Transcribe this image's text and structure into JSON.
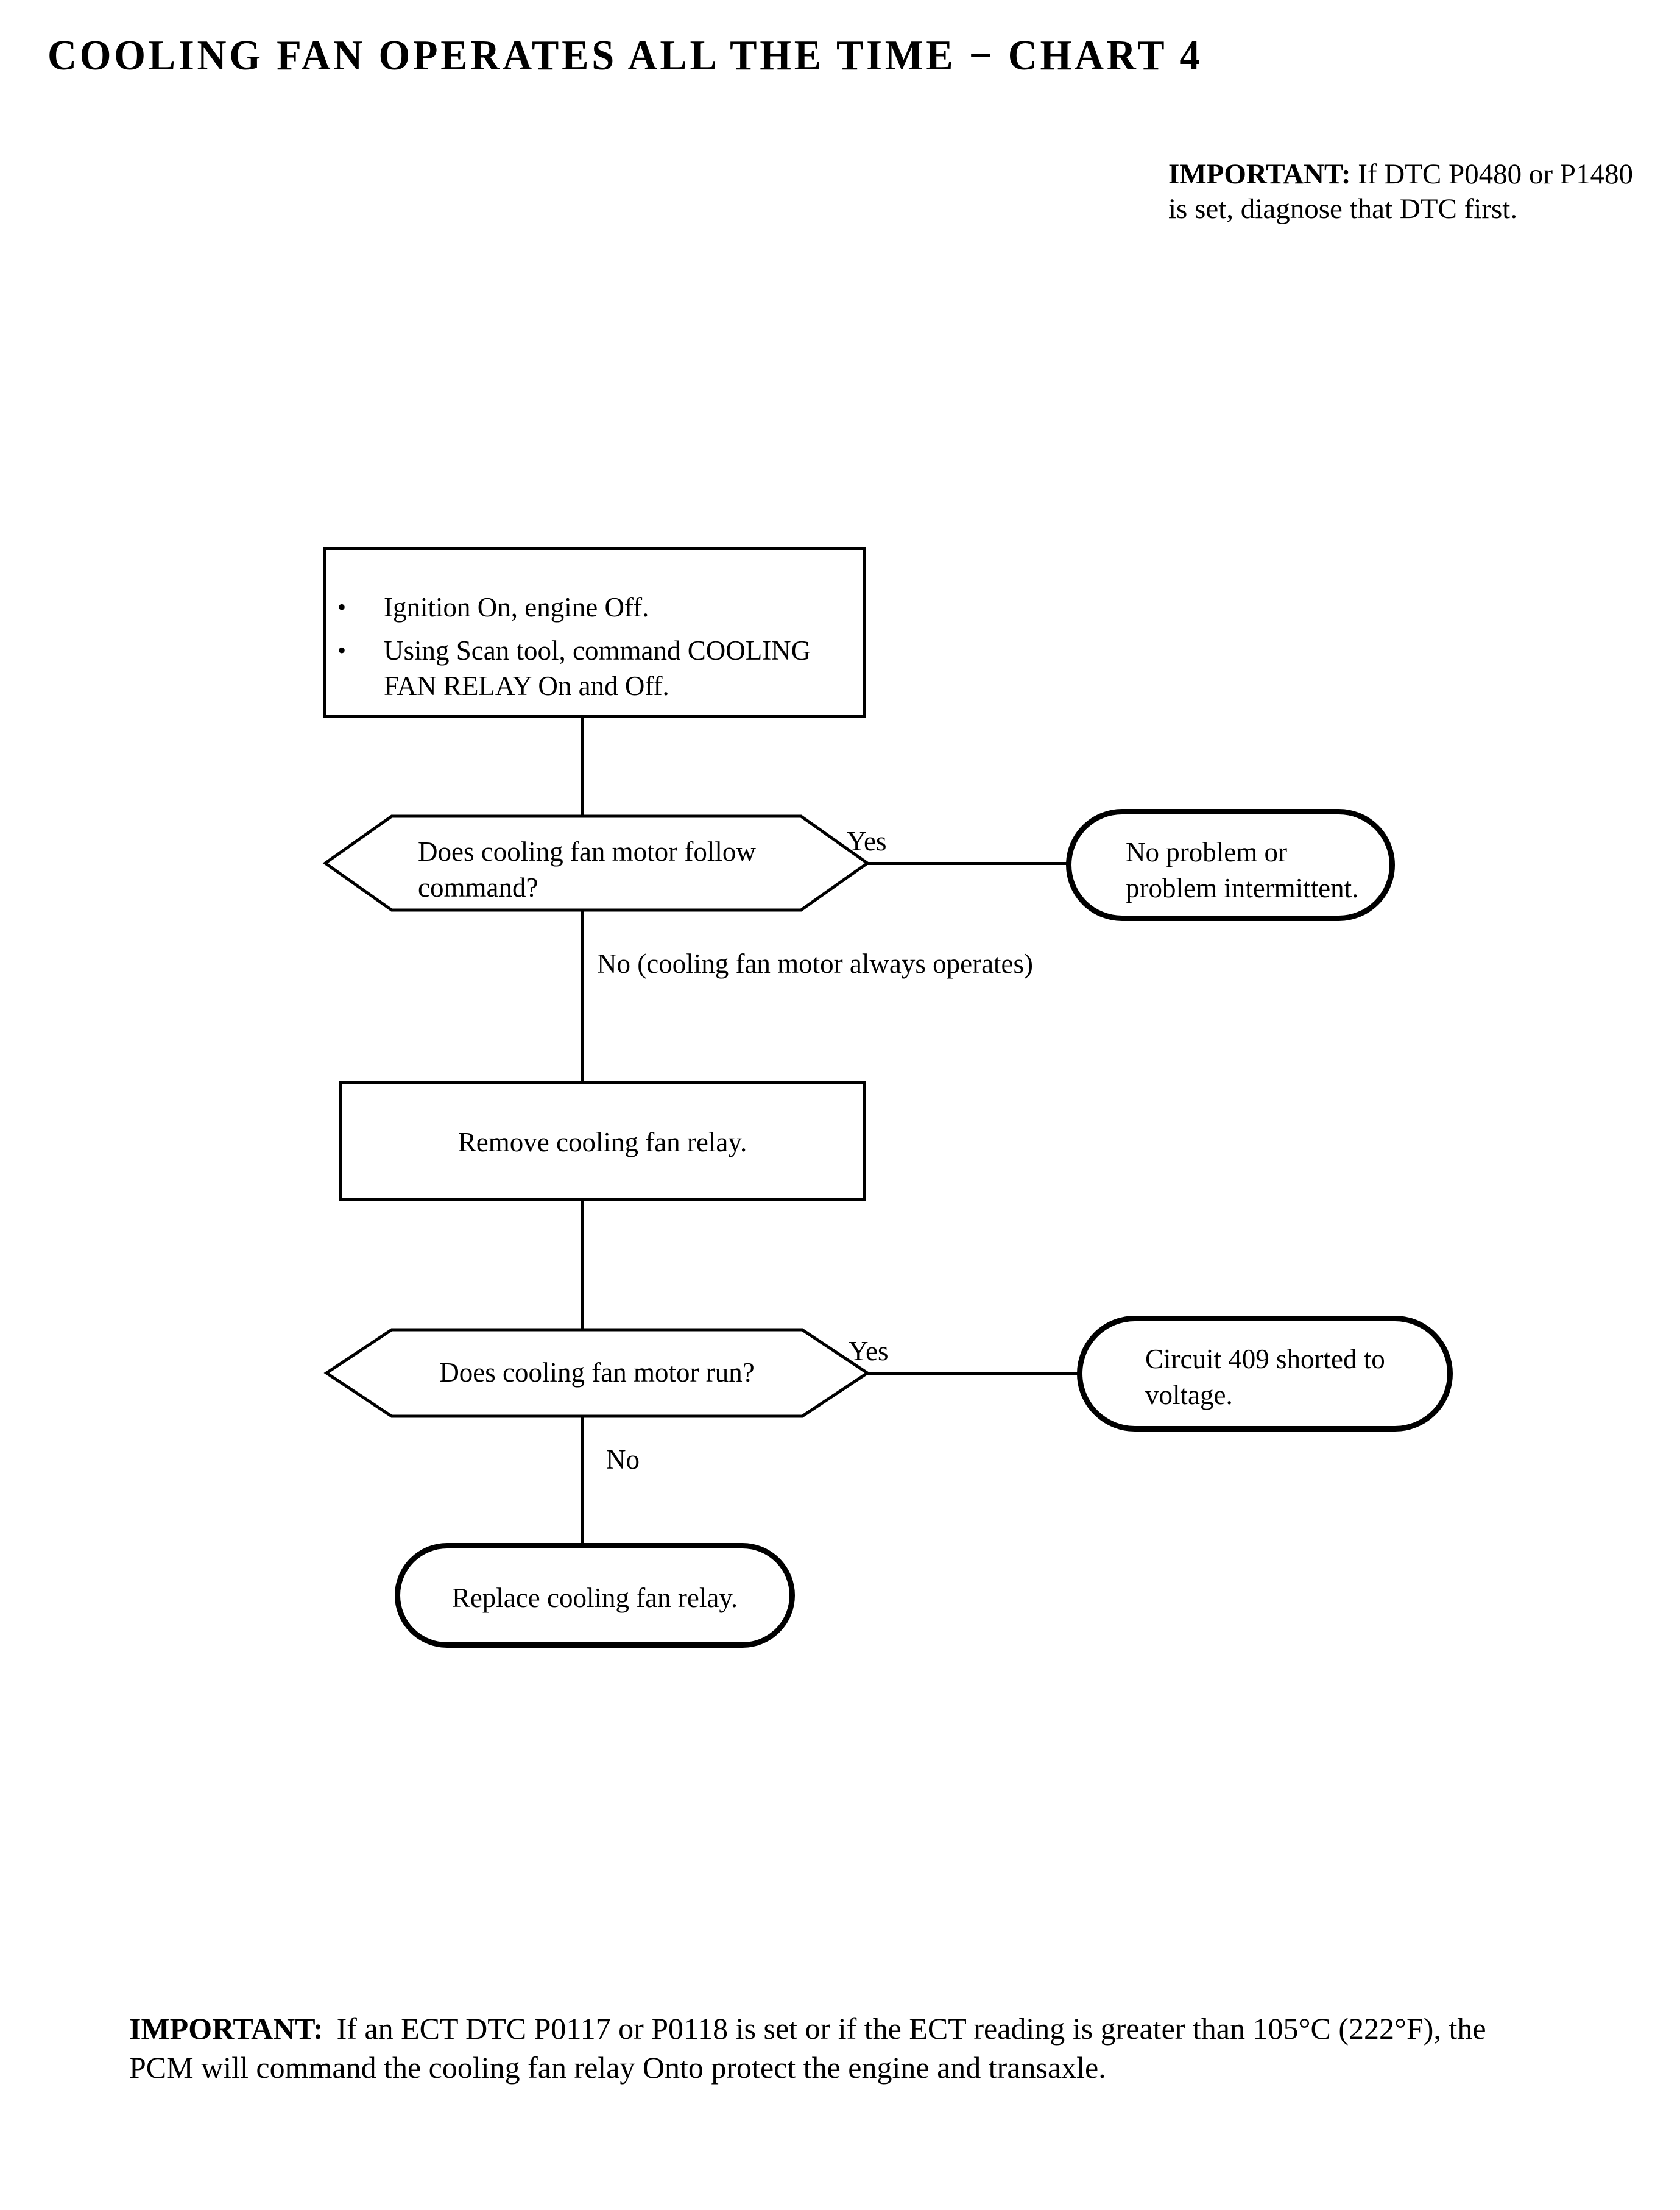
{
  "document": {
    "title": "COOLING FAN OPERATES ALL THE TIME − CHART 4"
  },
  "notes": {
    "top": {
      "lead": "IMPORTANT:",
      "body": "If DTC P0480 or P1480 is set, diagnose that DTC first."
    },
    "bottom": {
      "lead": "IMPORTANT:",
      "body": "If an ECT DTC P0117 or P0118 is set or if the ECT reading is greater than 105°C (222°F), the PCM will command the cooling fan relay Onto protect the engine and transaxle."
    }
  },
  "flowchart": {
    "nodes": {
      "step1": {
        "type": "process",
        "bullets": [
          "Ignition On, engine Off.",
          "Using Scan tool, command COOLING FAN RELAY On and Off."
        ]
      },
      "decision1": {
        "type": "decision",
        "line1": "Does cooling fan motor follow",
        "line2": "command?"
      },
      "result1": {
        "type": "terminator",
        "line1": "No problem or",
        "line2": "problem intermittent."
      },
      "step2": {
        "type": "process",
        "text": "Remove cooling fan relay."
      },
      "decision2": {
        "type": "decision",
        "text": "Does cooling fan motor run?"
      },
      "result2": {
        "type": "terminator",
        "line1": "Circuit 409 shorted to",
        "line2": "voltage."
      },
      "result3": {
        "type": "terminator",
        "text": "Replace cooling fan relay."
      }
    },
    "edges": {
      "d1_yes": "Yes",
      "d1_no": "No  (cooling fan motor always operates)",
      "d2_yes": "Yes",
      "d2_no": "No"
    }
  },
  "colors": {
    "stroke": "#000000",
    "background": "#ffffff"
  }
}
